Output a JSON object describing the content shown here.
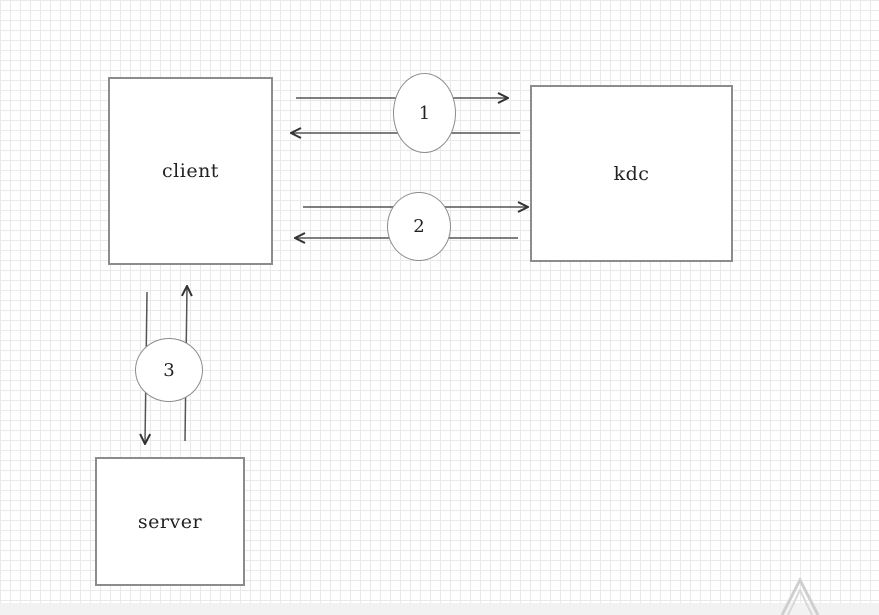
{
  "nodes": {
    "client": "client",
    "kdc": "kdc",
    "server": "server"
  },
  "steps": [
    "1",
    "2",
    "3"
  ],
  "colors": {
    "box_border": "#8c8c8c",
    "edge": "#333333",
    "grid": "#e9e9e9"
  },
  "corner_icon": "triangle-logo-icon"
}
